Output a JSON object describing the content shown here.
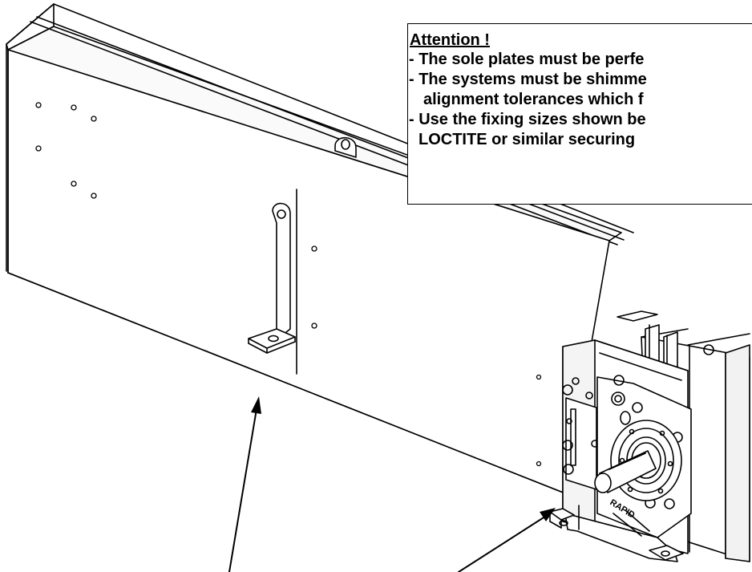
{
  "attention": {
    "title": "Attention !",
    "lines": [
      "- The sole plates must be perfe",
      "- The systems must be shimme",
      "  alignment tolerances which f",
      "- Use the fixing sizes shown be",
      "  LOCTITE or similar securing"
    ]
  },
  "gearbox": {
    "brand_stamp": "RAPID"
  },
  "colors": {
    "line": "#000000",
    "background": "#ffffff",
    "shade": "#e8e8e8"
  }
}
